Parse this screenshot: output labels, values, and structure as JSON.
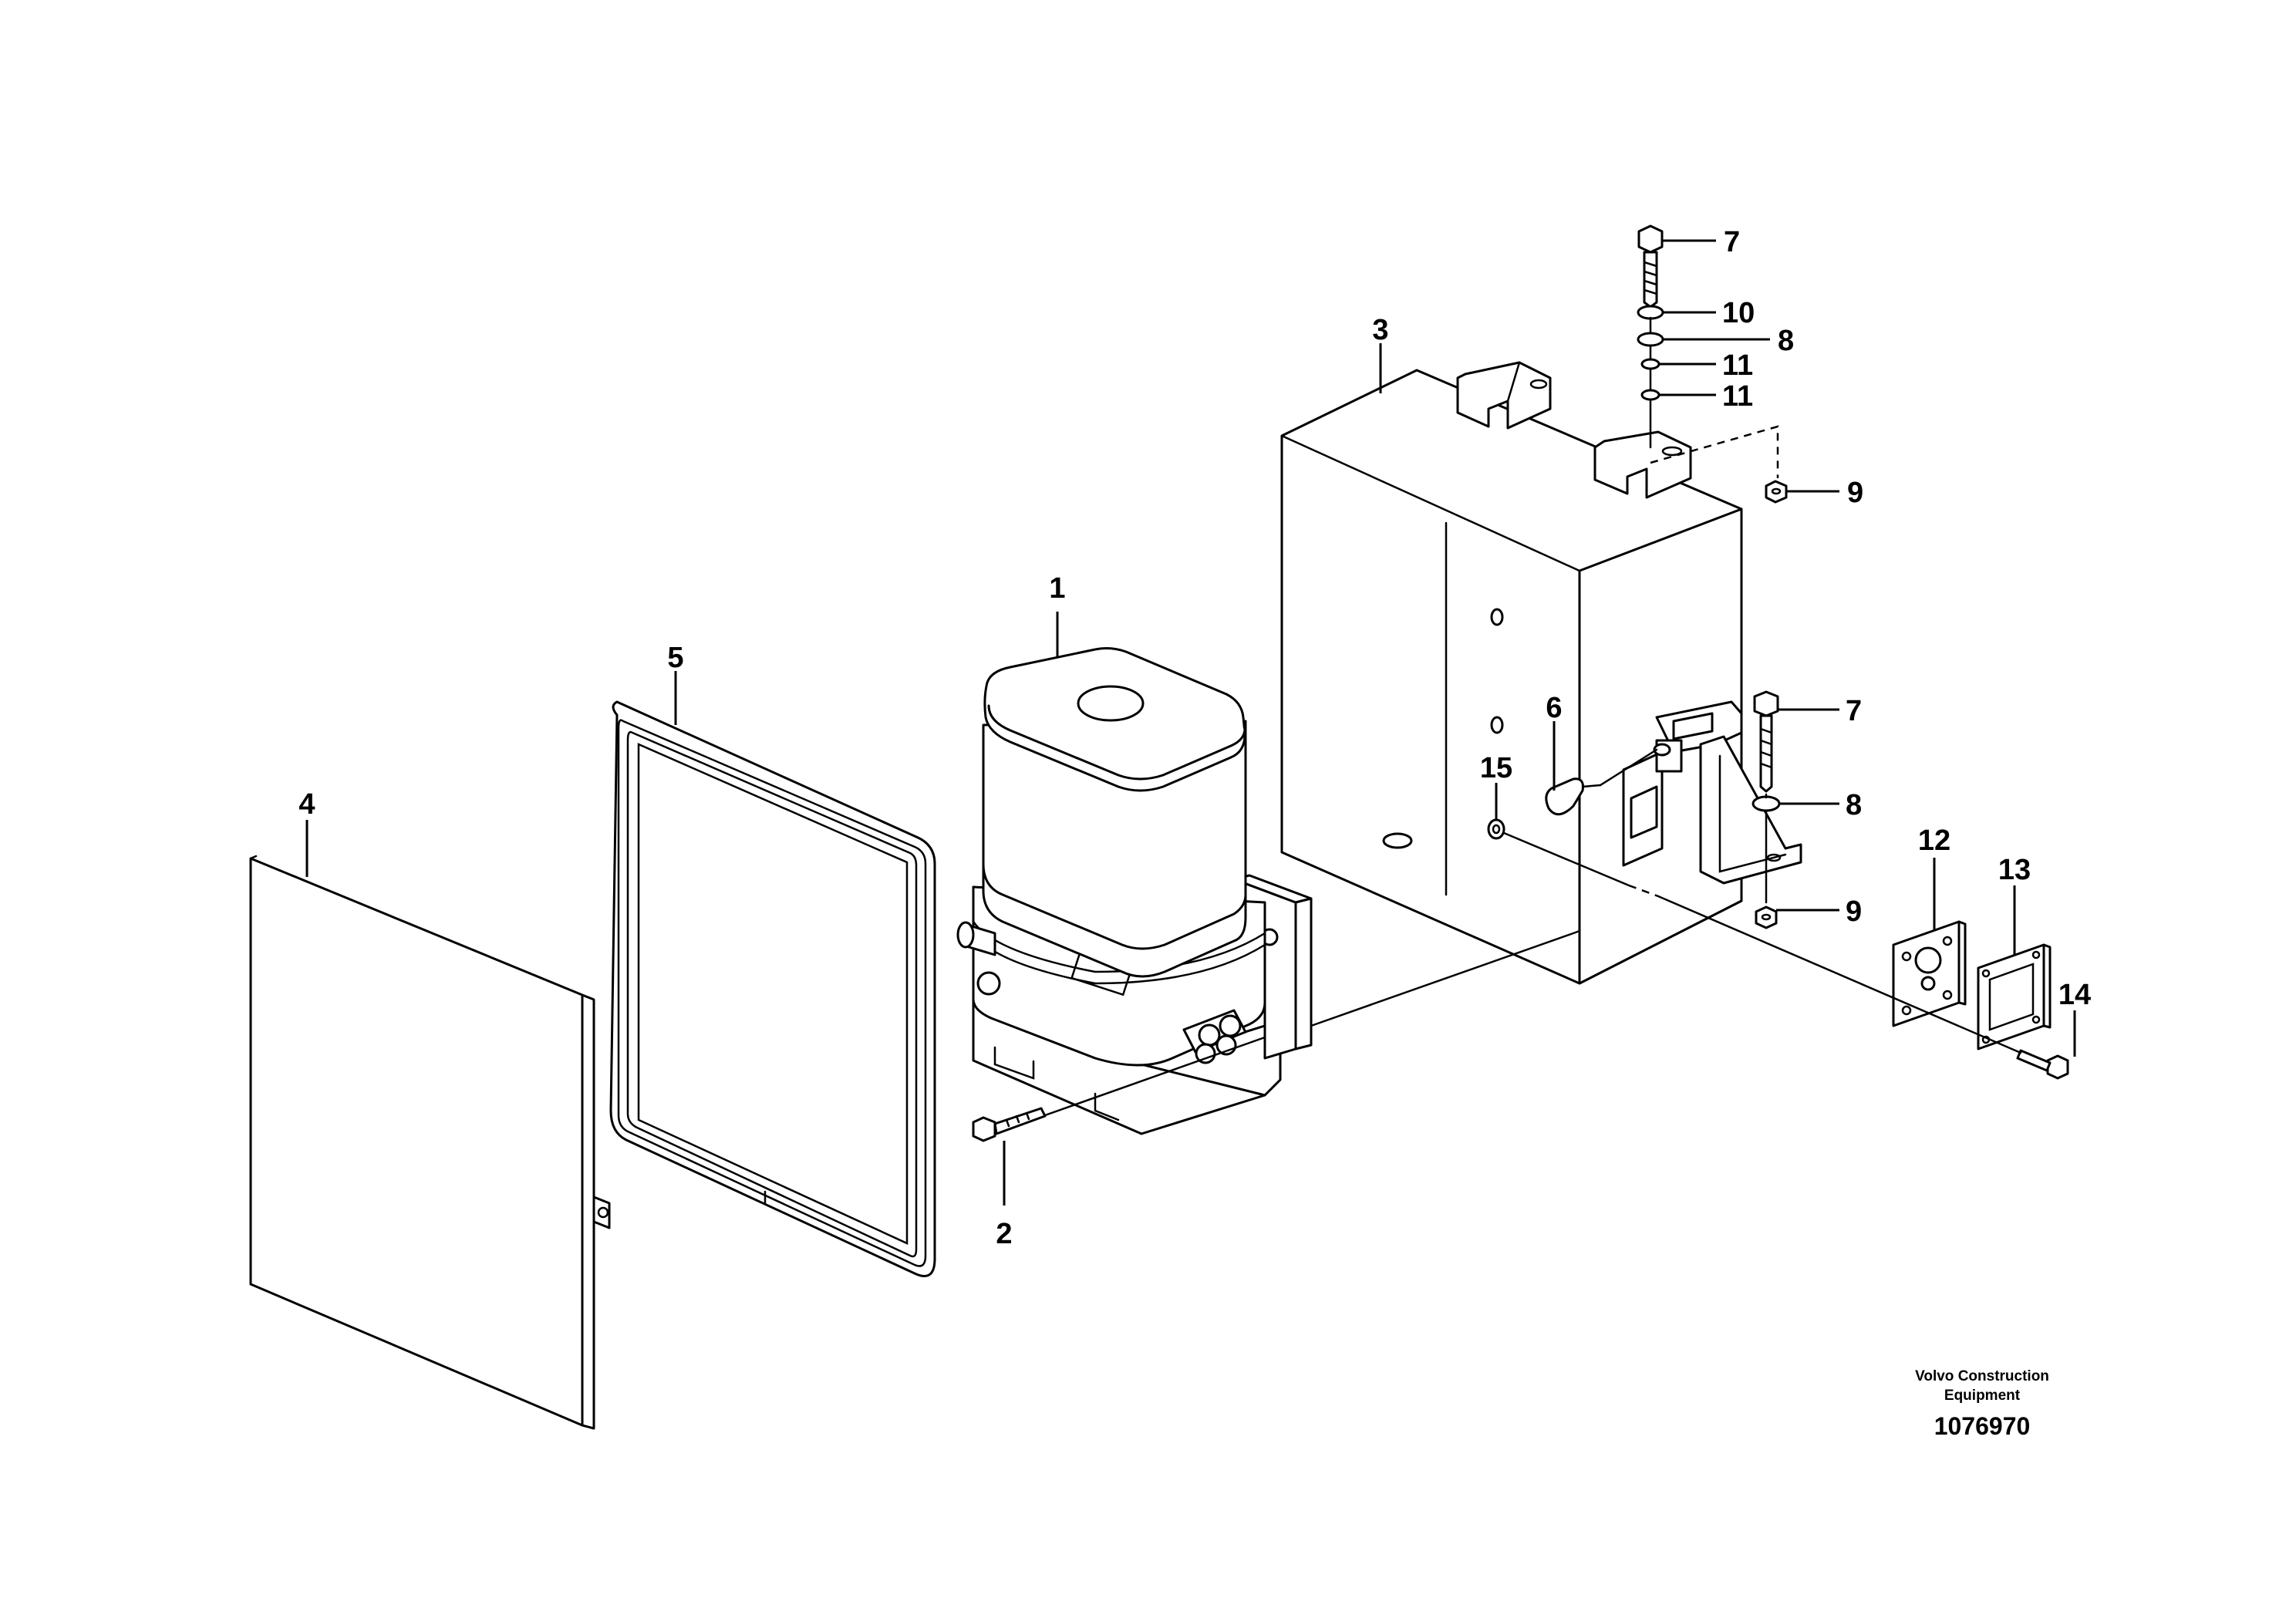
{
  "callouts": {
    "c1": "1",
    "c2": "2",
    "c3": "3",
    "c4": "4",
    "c5": "5",
    "c6": "6",
    "c7a": "7",
    "c7b": "7",
    "c8a": "8",
    "c8b": "8",
    "c9a": "9",
    "c9b": "9",
    "c10": "10",
    "c11a": "11",
    "c11b": "11",
    "c12": "12",
    "c13": "13",
    "c14": "14",
    "c15": "15"
  },
  "caption": {
    "line1": "Volvo Construction",
    "line2": "Equipment",
    "doc_number": "1076970"
  }
}
